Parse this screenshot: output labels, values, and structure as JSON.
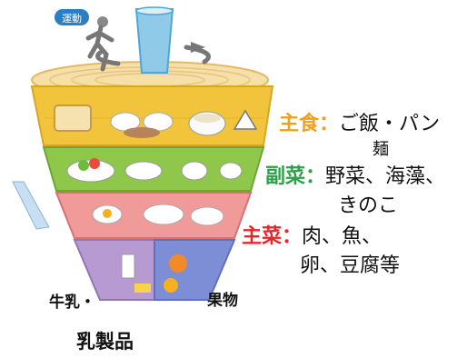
{
  "top": {
    "badge_text": "運動",
    "icons": [
      "running-person-icon",
      "glass-of-water-icon",
      "rotating-arrow-icon"
    ]
  },
  "tiers": [
    {
      "id": "shushoku",
      "color": "#f2c43b",
      "icons": [
        "bread-icon",
        "rice-bowls-icon",
        "noodles-bowl-icon",
        "onigiri-icon"
      ]
    },
    {
      "id": "fukusai",
      "color": "#8fc74a",
      "icons": [
        "salad-icon",
        "vegetable-plate-icon",
        "soup-bowl-icon",
        "side-dish-icon"
      ]
    },
    {
      "id": "shusai",
      "color": "#f09a9a",
      "icons": [
        "fried-egg-icon",
        "fish-plate-icon",
        "meat-dish-icon"
      ]
    },
    {
      "id": "bottom",
      "left_color": "#b79ad1",
      "right_color": "#7e8ed6",
      "icons": [
        "milk-glass-icon",
        "cheese-icon",
        "apple-icon",
        "orange-icon"
      ]
    }
  ],
  "labels": {
    "shushoku": {
      "head": "主食：",
      "body1": "ご飯・パン",
      "body2": "麺"
    },
    "fukusai": {
      "head": "副菜：",
      "body1": "野菜、海藻、",
      "body2": "きのこ"
    },
    "shusai": {
      "head": "主菜：",
      "body1": "肉、魚、",
      "body2": "卵、豆腐等"
    },
    "dairy_line1": "牛乳・",
    "dairy_line2": "乳製品",
    "fruit": "果物"
  }
}
